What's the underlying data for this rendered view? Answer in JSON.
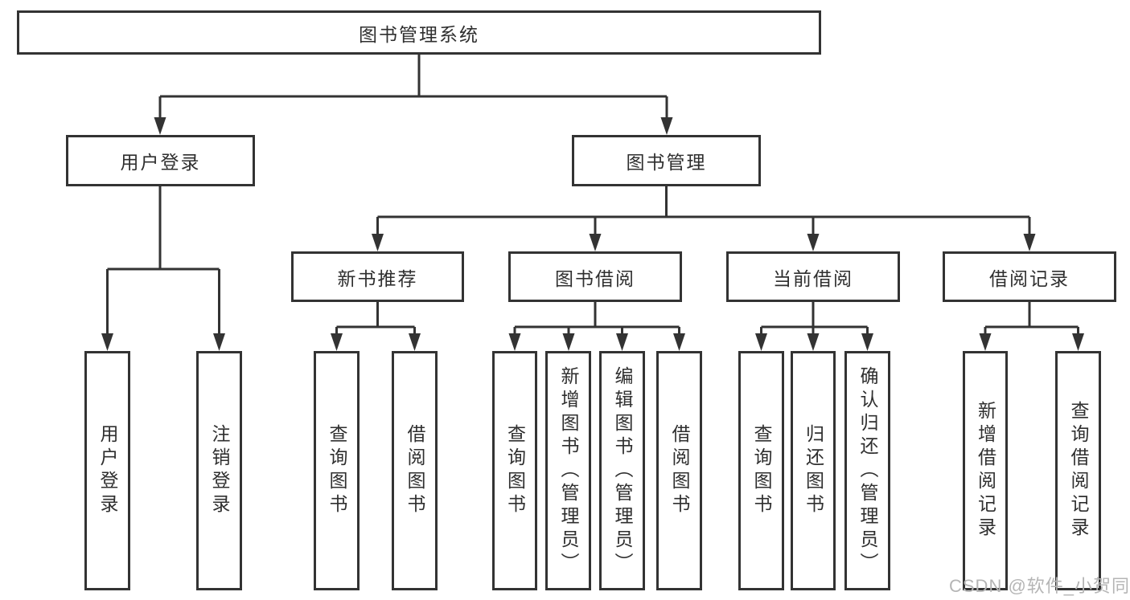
{
  "diagram": {
    "root": {
      "label": "图书管理系统"
    },
    "level2": [
      {
        "label": "用户登录"
      },
      {
        "label": "图书管理"
      }
    ],
    "level3": [
      {
        "label": "新书推荐"
      },
      {
        "label": "图书借阅"
      },
      {
        "label": "当前借阅"
      },
      {
        "label": "借阅记录"
      }
    ],
    "leaves": [
      {
        "parent": "用户登录",
        "items": [
          "用户登录",
          "注销登录"
        ]
      },
      {
        "parent": "新书推荐",
        "items": [
          "查询图书",
          "借阅图书"
        ]
      },
      {
        "parent": "图书借阅",
        "items": [
          "查询图书",
          "新增图书（管理员）",
          "编辑图书（管理员）",
          "借阅图书"
        ]
      },
      {
        "parent": "当前借阅",
        "items": [
          "查询图书",
          "归还图书",
          "确认归还（管理员）"
        ]
      },
      {
        "parent": "借阅记录",
        "items": [
          "新增借阅记录",
          "查询借阅记录"
        ]
      }
    ]
  },
  "watermark": {
    "text": "CSDN @软件_小贺同学"
  },
  "colors": {
    "line": "#333333",
    "text": "#2f2f2f",
    "background": "#ffffff",
    "watermark": "#b5b5b5"
  }
}
